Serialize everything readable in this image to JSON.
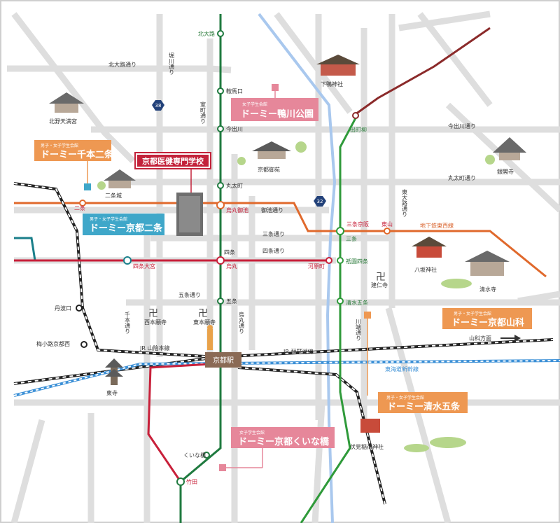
{
  "colors": {
    "karasuma_line": "#1f7a3f",
    "tozai_line": "#e0692c",
    "hankyu_line": "#c8203a",
    "keihan_line": "#2f9a3a",
    "eizan_line": "#8b2a2a",
    "jr_line": "#222222",
    "shinkansen": "#3a8fd6",
    "river": "#a9c8ee",
    "roads": "#dcdcdc",
    "box_pink": "#e6879a",
    "box_orange": "#ee9852",
    "box_blue": "#3fa7c9",
    "box_red": "#c3223a"
  },
  "school": {
    "label": "京都医健専門学校"
  },
  "dormitories": [
    {
      "sub": "女子学生会館",
      "title": "ドーミー鴨川公園"
    },
    {
      "sub": "男子・女子学生会館",
      "title": "ドーミー千本二条"
    },
    {
      "sub": "男子・女子学生会館",
      "title": "ドーミー京都二条"
    },
    {
      "sub": "男子・女子学生会館",
      "title": "ドーミー京都山科"
    },
    {
      "sub": "男子・女子学生会館",
      "title": "ドーミー清水五条"
    },
    {
      "sub": "女子学生会館",
      "title": "ドーミー京都くいな橋"
    }
  ],
  "stations": {
    "kitaoji": "北大路",
    "kuramaguchi": "鞍馬口",
    "imadegawa": "今出川",
    "marutamachi": "丸太町",
    "karasuma_oike": "烏丸御池",
    "shijo": "四条",
    "karasuma": "烏丸",
    "gojo": "五条",
    "kyoto_station": "京都駅",
    "kuinabashi": "くいな橋",
    "takeda": "竹田",
    "demachiyanagi": "出町柳",
    "sanjo_keihan": "三条京阪",
    "sanjo": "三条",
    "higashiyama": "東山",
    "gion_shijo": "祇園四条",
    "kiyomizu_gojo": "清水五条",
    "kawaramachi": "河原町",
    "shijo_omiya": "四条大宮",
    "nijo": "二条",
    "tanbaguchi": "丹波口",
    "umekoji": "梅小路京都西"
  },
  "roads": {
    "kitaoji_dori": "北大路通り",
    "horikawa_dori": "堀川通り",
    "muromachi_dori": "室町通り",
    "imadegawa_dori": "今出川通り",
    "marutamachi_dori": "丸太町通り",
    "oike_dori": "御池通り",
    "sanjo_dori": "三条通り",
    "shijo_dori": "四条通り",
    "gojo_dori": "五条通り",
    "senbon_dori": "千本通り",
    "karasuma_dori": "烏丸通り",
    "kawabata_dori": "川端通り",
    "higashioji_dori": "東大路通り"
  },
  "route_shields": {
    "r38": "38",
    "r32": "32"
  },
  "rail_labels": {
    "jr_sanin": "JR 山陰本線",
    "jr_biwako": "JR 琵琶湖線",
    "tokaido_shinkansen": "東海道新幹線",
    "tozai": "地下鉄東西線",
    "yamashina": "山科方面"
  },
  "landmarks": {
    "shimogamo": "下鴨神社",
    "kitano": "北野天満宮",
    "gosho": "京都御苑",
    "nijojo": "二条城",
    "ginkakuji": "銀閣寺",
    "yasaka": "八坂神社",
    "kenninji": "建仁寺",
    "kiyomizu": "清水寺",
    "nishi_honganji": "西本願寺",
    "higashi_honganji": "東本願寺",
    "toji": "東寺",
    "fushimi_inari": "伏見稲荷神社"
  }
}
